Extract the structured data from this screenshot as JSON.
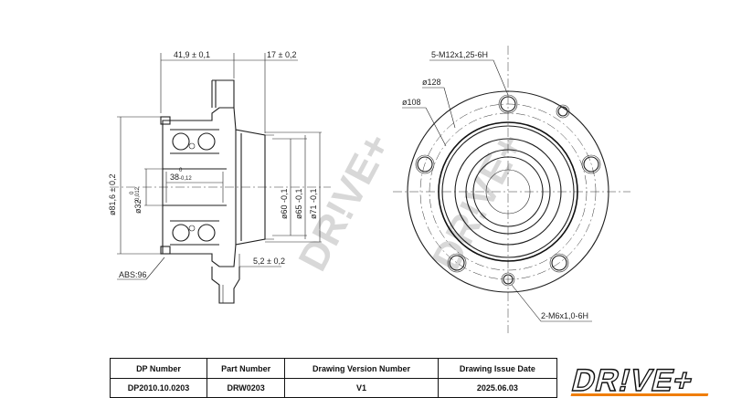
{
  "side_view": {
    "dim_width_total": "41,9 ± 0,1",
    "dim_flange_offset": "17 ± 0,2",
    "dim_outer_bearing": "ø81,6 ± 0,2",
    "dim_bore_main": "ø32",
    "dim_bore_tol_upper": "0",
    "dim_bore_tol_lower": "-0,012",
    "dim_bearing_width_main": "38",
    "dim_bearing_width_tol_upper": "0",
    "dim_bearing_width_tol_lower": "-0,12",
    "dim_pilot_60": "ø60 -0,1",
    "dim_pilot_65": "ø65 -0,1",
    "dim_pilot_71": "ø71 -0,1",
    "dim_abs_gap": "5,2 ± 0,2",
    "abs_label": "ABS:96"
  },
  "front_view": {
    "thread_main_holes": "5-M12x1,25-6H",
    "thread_small_holes": "2-M6x1,0-6H",
    "pcd_128": "ø128",
    "pcd_108": "ø108"
  },
  "watermark_text": "DR!VE+",
  "title_block": {
    "headers": [
      "DP Number",
      "Part Number",
      "Drawing Version Number",
      "Drawing Issue Date"
    ],
    "values": [
      "DP2010.10.0203",
      "DRW0203",
      "V1",
      "2025.06.03"
    ]
  },
  "brand": {
    "logo_text": "DR!VE+",
    "accent_color": "#f07d00",
    "ink_color": "#111111"
  }
}
